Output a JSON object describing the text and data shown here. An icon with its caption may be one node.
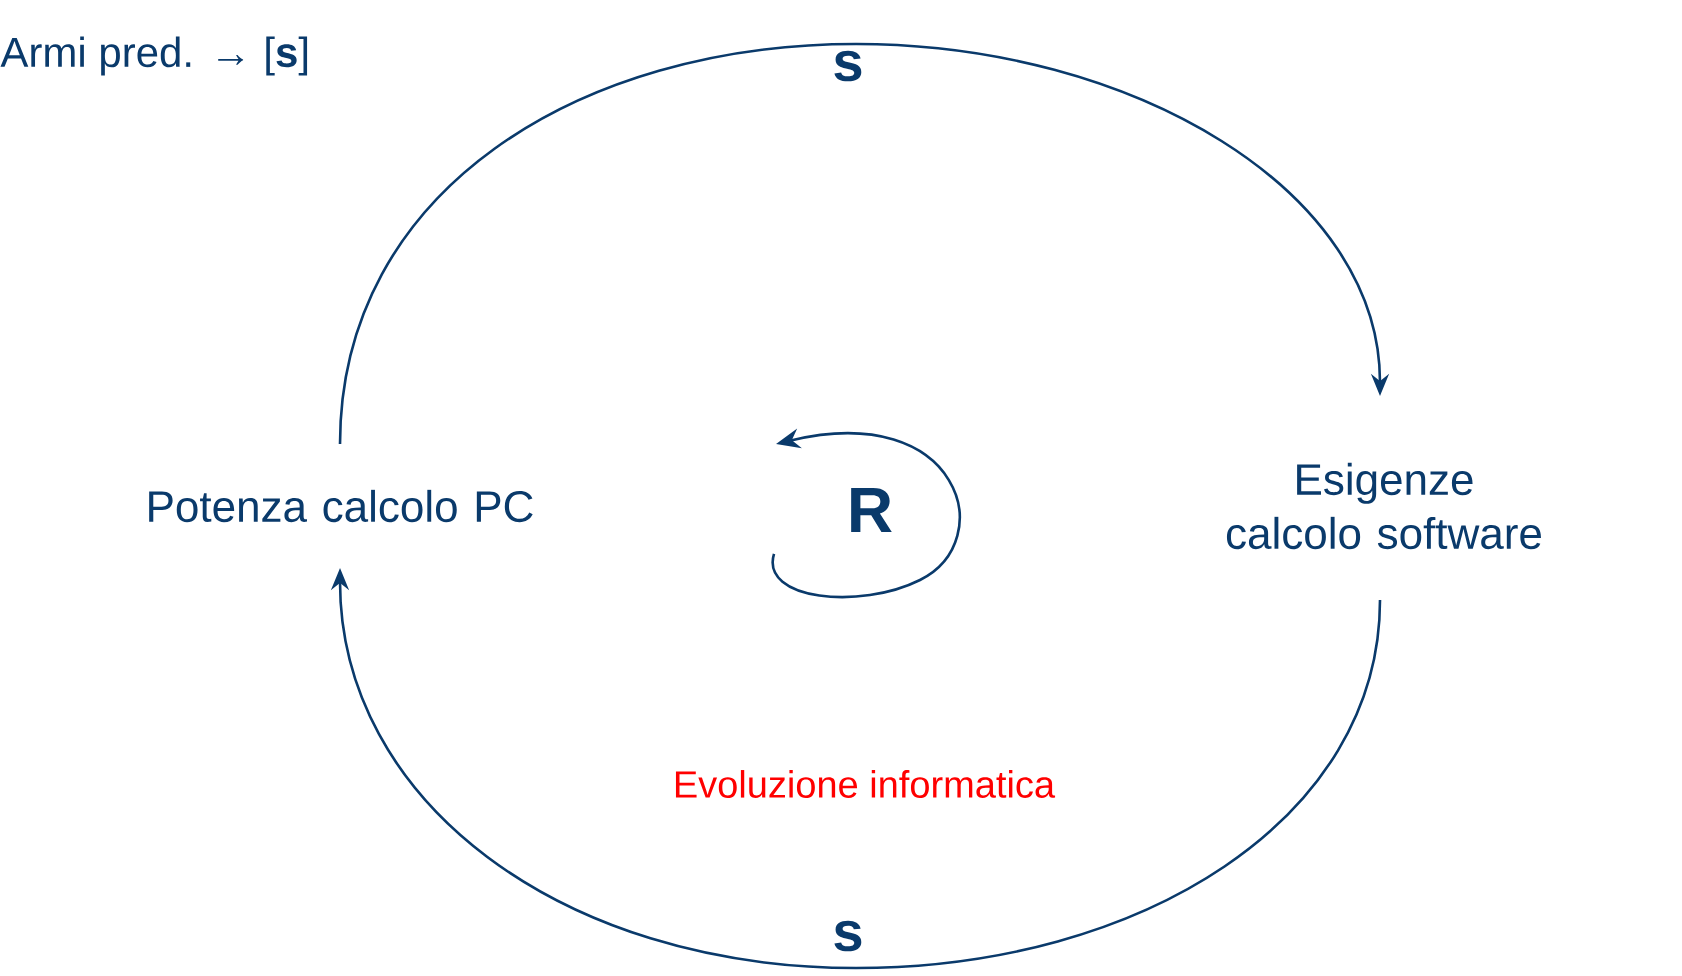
{
  "diagram": {
    "nodes": [
      {
        "text": [
          "Potenza calcolo PC"
        ]
      },
      {
        "text": [
          "Esigenze calcolo software"
        ]
      }
    ],
    "edges": [
      {
        "from": 0,
        "to": 1,
        "arrow": "to",
        "label": "s"
      },
      {
        "from": 1,
        "to": 0,
        "arrow": "to",
        "label": "s"
      }
    ],
    "labels": [
      "Armi pred. → [**s**]",
      "R",
      "Evoluzione informatica"
    ]
  }
}
